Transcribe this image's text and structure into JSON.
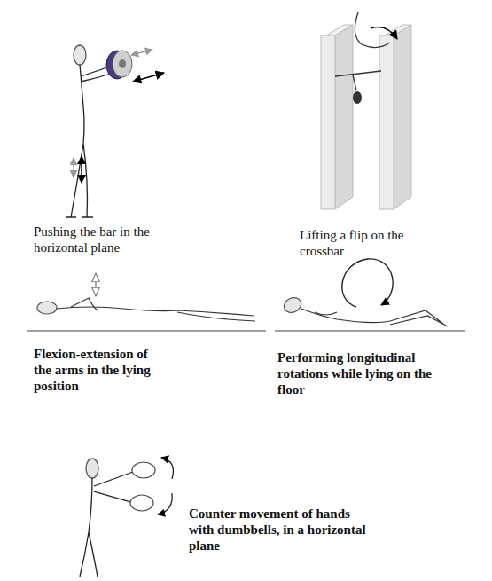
{
  "diagram": {
    "labels": [
      "Pushing the bar in the horizontal plane",
      "Lifting a flip on the crossbar",
      "Flexion-extension of the arms in the lying position",
      "Performing longitudinal rotations while lying on the floor",
      "Counter movement of hands with dumbbells, in a horizontal plane"
    ]
  }
}
